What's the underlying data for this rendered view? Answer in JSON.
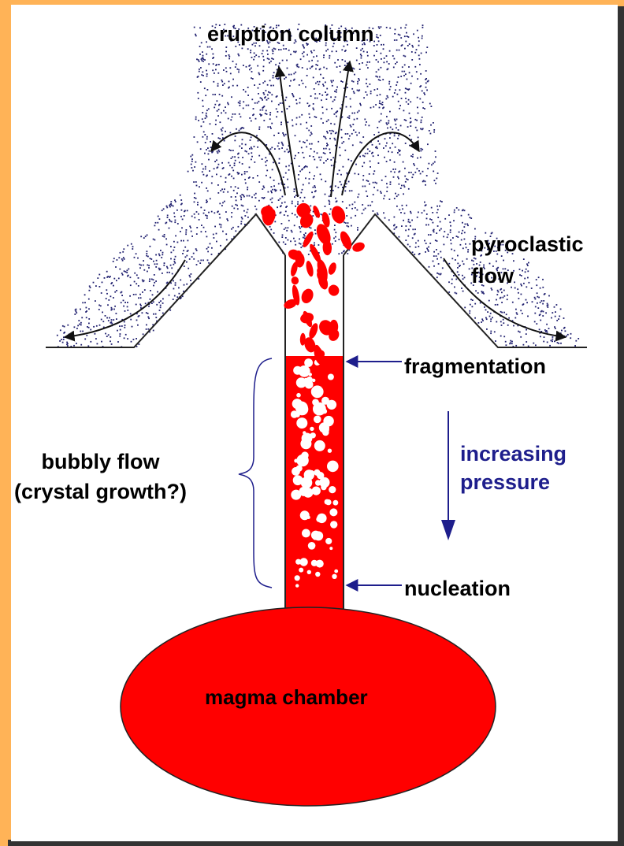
{
  "labels": {
    "eruption_column": "eruption column",
    "pyroclastic_line1": "pyroclastic",
    "pyroclastic_line2": "flow",
    "fragmentation": "fragmentation",
    "increasing_pressure_line1": "increasing",
    "increasing_pressure_line2": "pressure",
    "bubbly_flow_line1": "bubbly flow",
    "bubbly_flow_line2": "(crystal growth?)",
    "nucleation": "nucleation",
    "magma_chamber": "magma chamber"
  },
  "colors": {
    "border": "#FFB357",
    "background": "#FFFFFF",
    "magma": "#FF0000",
    "ash": "#1E1E6E",
    "pressure_text": "#1E1E8C",
    "arrow": "#1E1E8C"
  }
}
